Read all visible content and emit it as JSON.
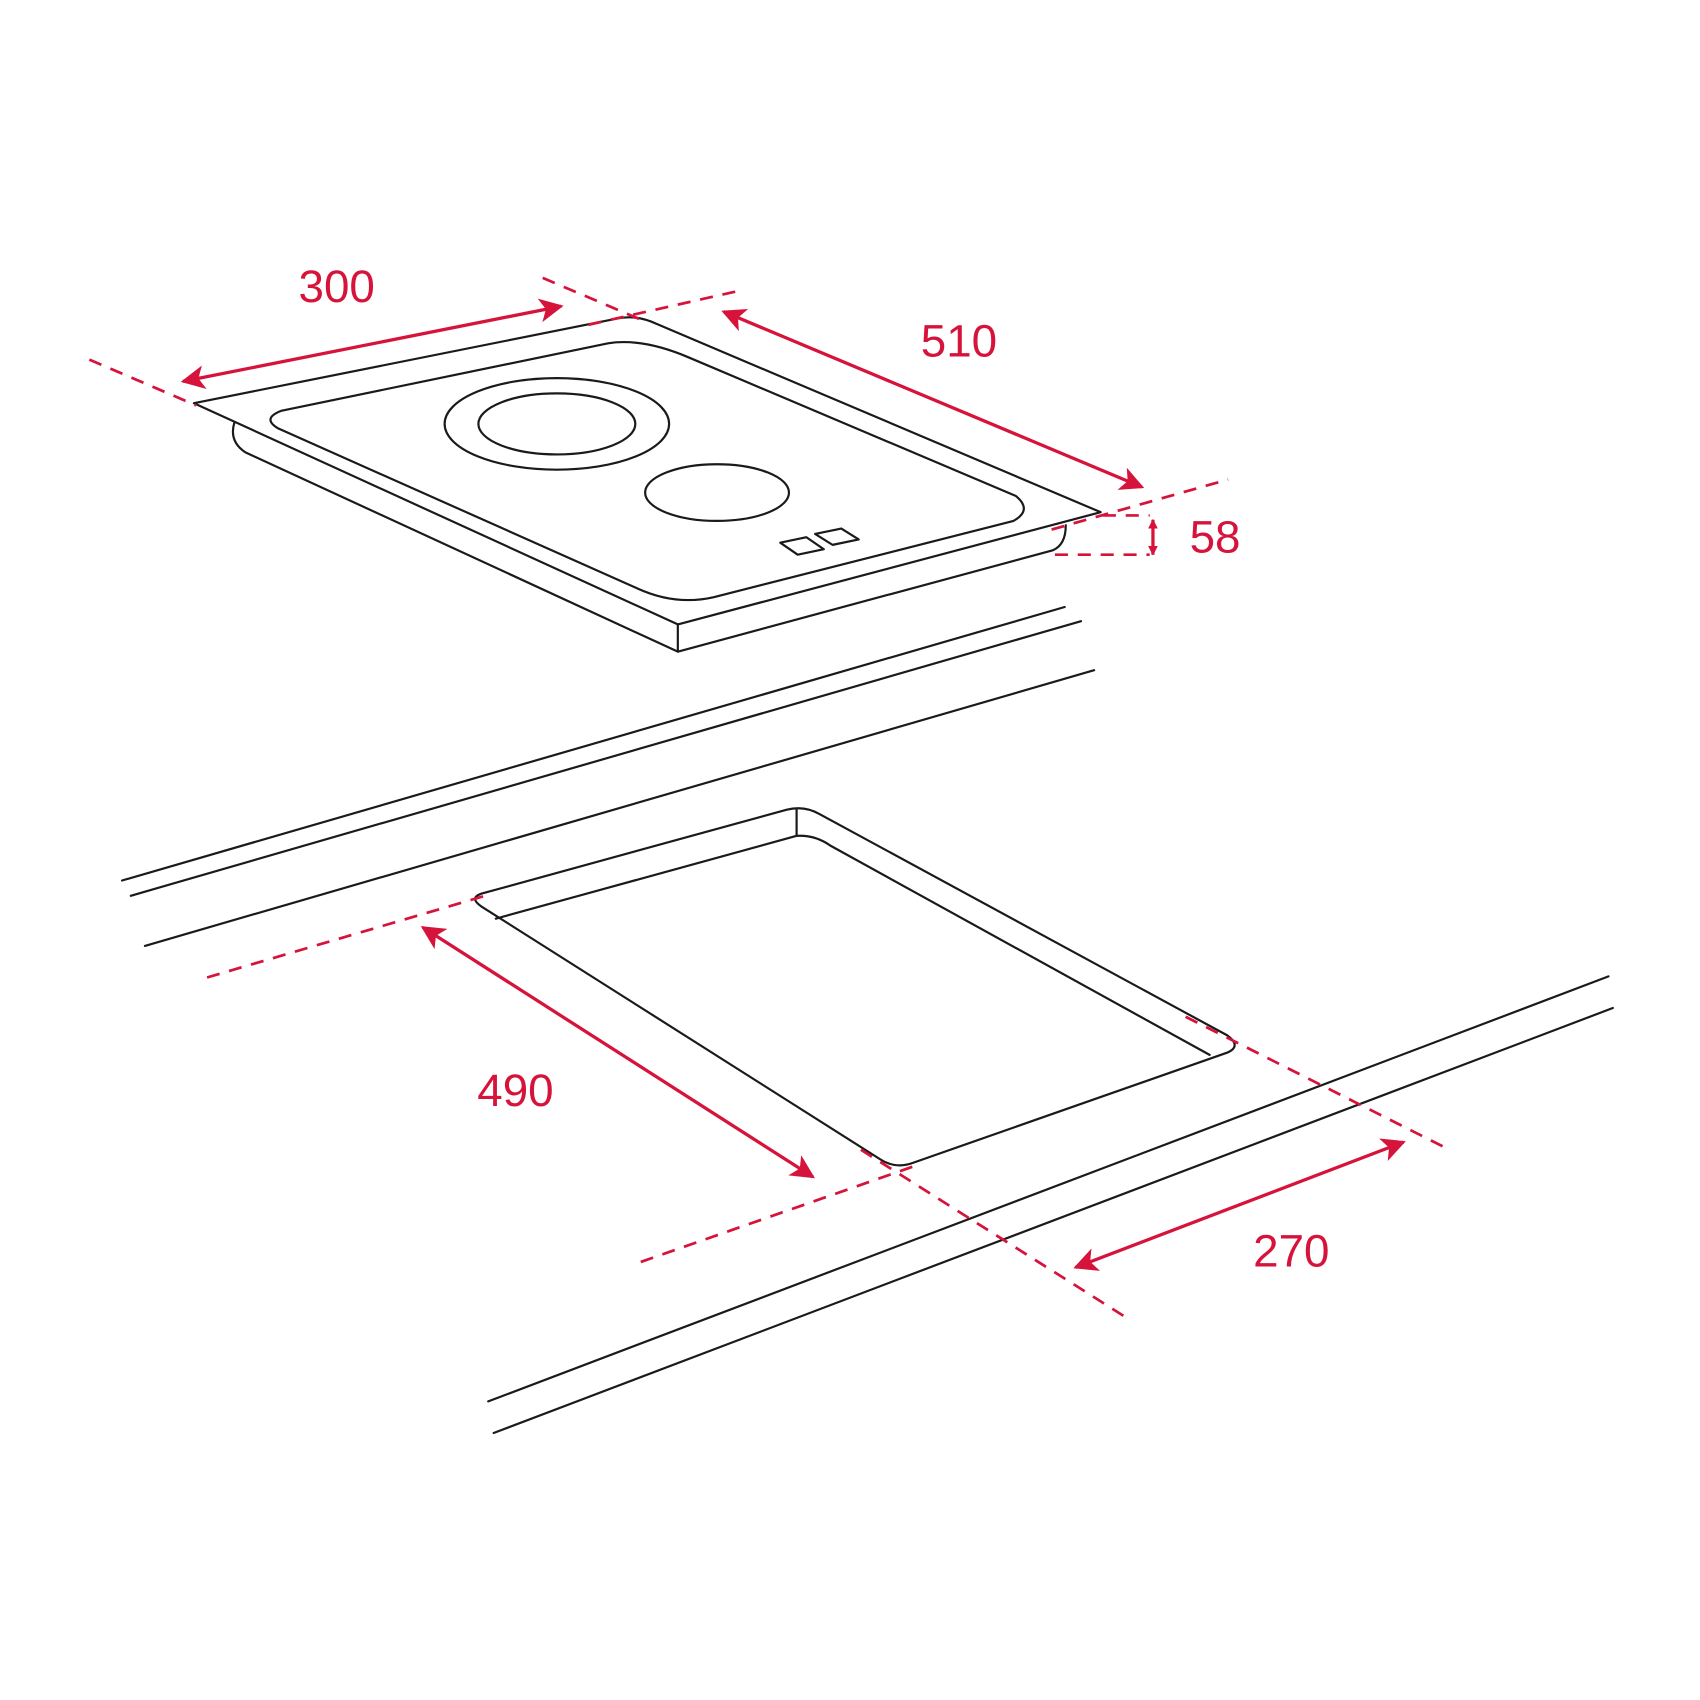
{
  "accent_color": "#d6133a",
  "line_color": "#1a1a1a",
  "dimensions": {
    "hob_width": "300",
    "hob_depth": "510",
    "hob_height": "58",
    "cutout_depth": "490",
    "cutout_width": "270"
  }
}
